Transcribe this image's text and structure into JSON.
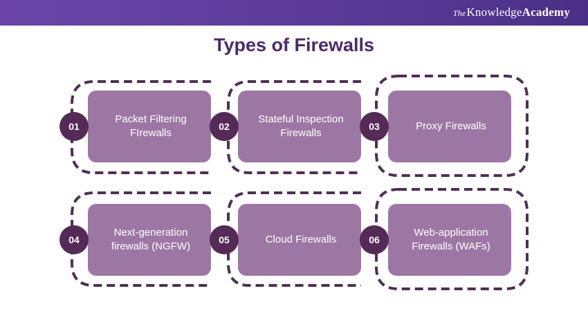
{
  "brand": {
    "prefix": "The",
    "word1": "Knowledge",
    "word2": "Academy"
  },
  "title": "Types of Firewalls",
  "colors": {
    "header": "#5a3a99",
    "title": "#4a2a6b",
    "card": "#9d77a3",
    "badge": "#552a57",
    "dash": "#4e2f55"
  },
  "items": [
    {
      "number": "01",
      "label": "Packet Filtering FIrewalls"
    },
    {
      "number": "02",
      "label": "Stateful Inspection Firewalls"
    },
    {
      "number": "03",
      "label": "Proxy Firewalls"
    },
    {
      "number": "04",
      "label": "Next-generation firewalls (NGFW)"
    },
    {
      "number": "05",
      "label": "Cloud Firewalls"
    },
    {
      "number": "06",
      "label": "Web-application Firewalls (WAFs)"
    }
  ]
}
